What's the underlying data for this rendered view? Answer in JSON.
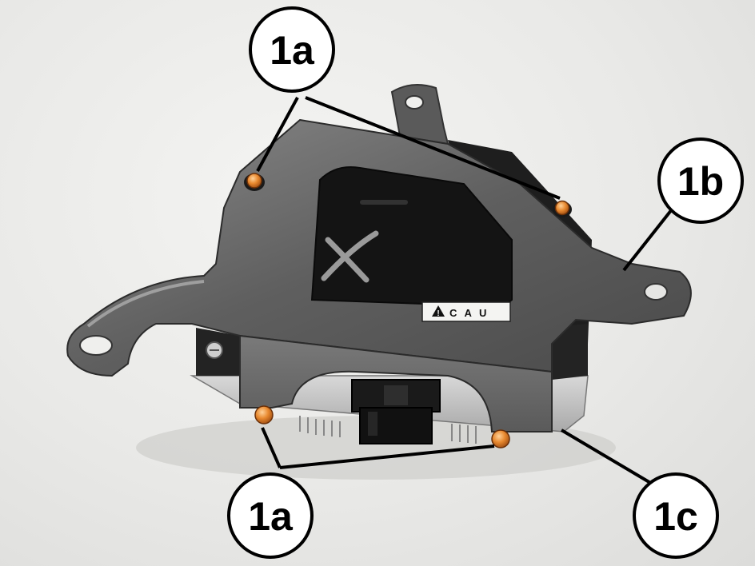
{
  "image": {
    "subject": "electronic control module with mounting bracket",
    "callouts": [
      {
        "id": "top",
        "label": "1a"
      },
      {
        "id": "right",
        "label": "1b"
      },
      {
        "id": "bottom-left",
        "label": "1a"
      },
      {
        "id": "bottom-right",
        "label": "1c"
      }
    ],
    "module_label": {
      "warning_symbol": "!",
      "text": "C A U"
    },
    "marking": "X",
    "colors": {
      "fastener": "#e07a2a",
      "bracket": "#6b6b6b",
      "module_body": "#1c1c1c",
      "housing": "#bdbdbd",
      "background": "#ececea"
    }
  }
}
